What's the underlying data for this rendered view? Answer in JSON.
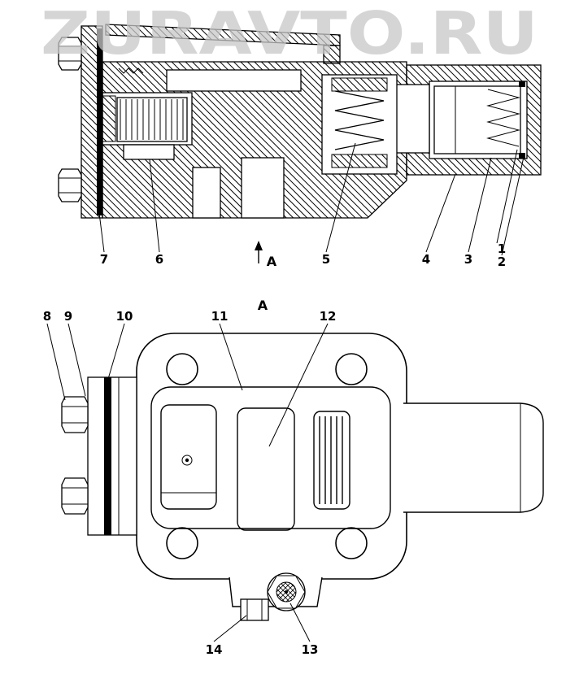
{
  "page": {
    "background": "#ffffff",
    "line_color": "#000000"
  },
  "watermark": {
    "text": "ZURAVTO.RU",
    "color": "#c7c7c7"
  },
  "section_view": {
    "arrow_label": "A",
    "callouts": {
      "c7": "7",
      "c6": "6",
      "c5": "5",
      "c4": "4",
      "c3": "3",
      "c1": "1",
      "c2": "2"
    }
  },
  "plan_view": {
    "view_label": "A",
    "callouts": {
      "c8": "8",
      "c9": "9",
      "c10": "10",
      "c11": "11",
      "c12": "12",
      "c13": "13",
      "c14": "14"
    }
  }
}
